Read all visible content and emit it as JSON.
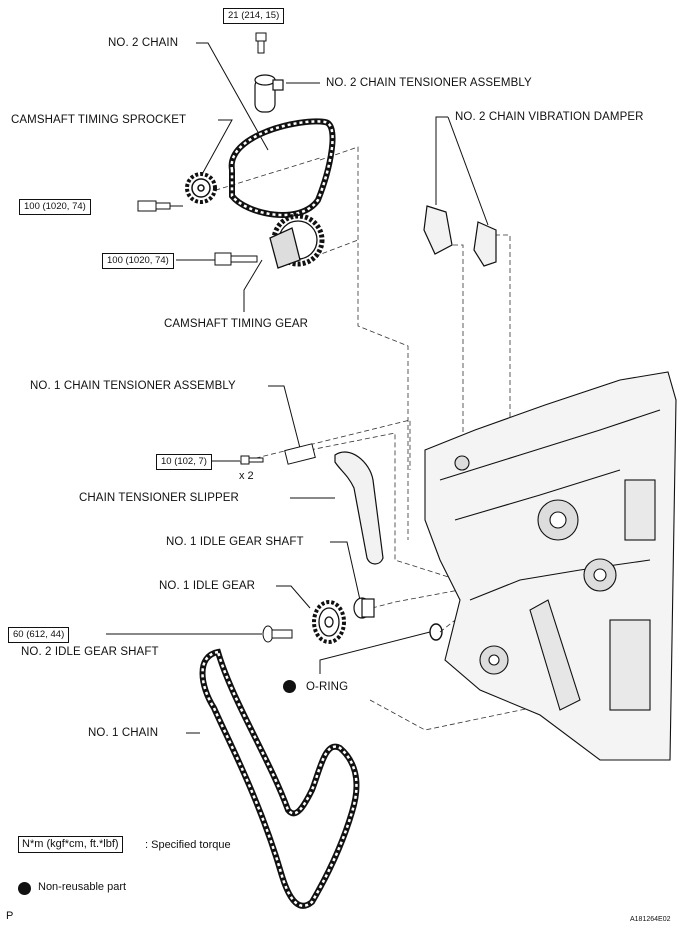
{
  "labels": {
    "no2_chain": "NO. 2 CHAIN",
    "no2_tensioner": "NO. 2 CHAIN TENSIONER ASSEMBLY",
    "cam_sprocket": "CAMSHAFT TIMING SPROCKET",
    "no2_damper": "NO. 2 CHAIN VIBRATION DAMPER",
    "cam_gear": "CAMSHAFT TIMING GEAR",
    "no1_tensioner": "NO. 1 CHAIN TENSIONER ASSEMBLY",
    "slipper": "CHAIN TENSIONER SLIPPER",
    "idle_shaft1": "NO. 1 IDLE GEAR SHAFT",
    "idle_gear1": "NO. 1 IDLE GEAR",
    "idle_shaft2": "NO. 2 IDLE GEAR SHAFT",
    "oring": "O-RING",
    "no1_chain": "NO. 1 CHAIN",
    "x2": "x 2"
  },
  "torques": {
    "t_top": "21 (214, 15)",
    "t_sprocket": "100 (1020, 74)",
    "t_gear": "100 (1020, 74)",
    "t_tensioner": "10 (102, 7)",
    "t_idle": "60 (612, 44)"
  },
  "legend": {
    "torque_units": "N*m (kgf*cm, ft.*lbf)",
    "torque_desc": ": Specified torque",
    "nonreusable": "Non-reusable part"
  },
  "footer": {
    "left": "P",
    "right": "A181264E02"
  }
}
